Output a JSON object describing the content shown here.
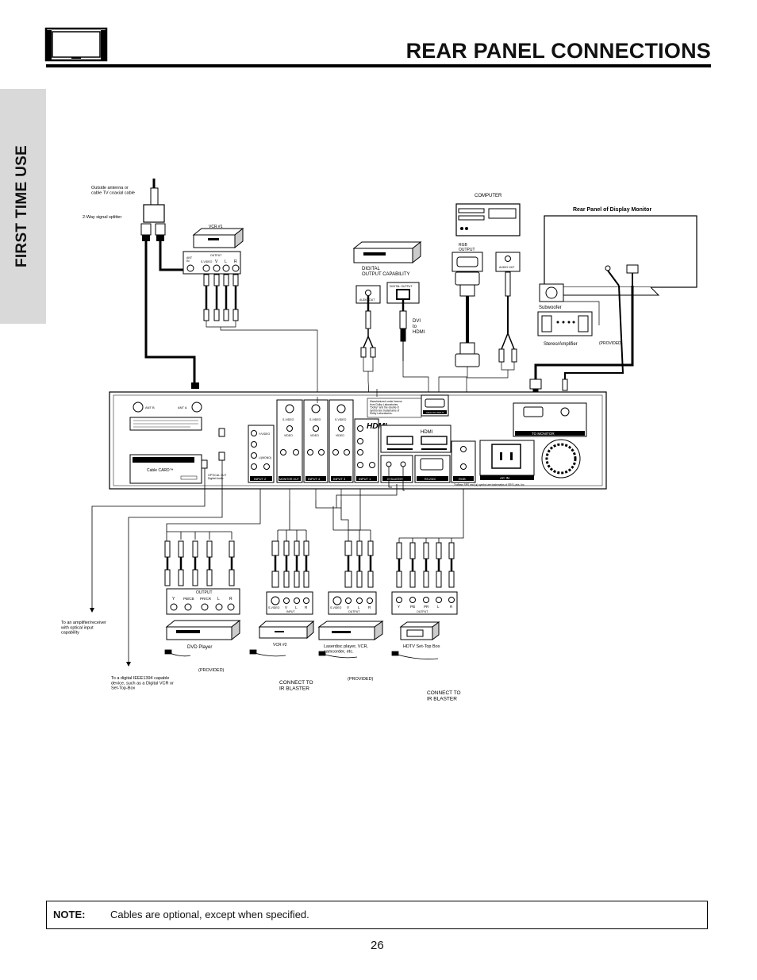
{
  "header": {
    "title": "REAR PANEL CONNECTIONS",
    "section_tab": "FIRST TIME USE",
    "tv_icon": "tv-icon"
  },
  "labels": {
    "antenna": "Outside antenna or\ncable TV coaxial cable",
    "splitter": "2-Way signal splitter",
    "vcr1": "VCR #1",
    "vcr1_output": "OUTPUT",
    "vcr1_ant_in": "ANT\nIN",
    "vcr1_svideo": "S-VIDEO",
    "vcr1_v": "V",
    "vcr1_l": "L",
    "vcr1_r": "R",
    "computer": "COMPUTER",
    "rgb_output": "RGB\nOUTPUT",
    "audio_out": "AUDIO OUT",
    "digital_capability": "DIGITAL\nOUTPUT CAPABILITY",
    "digital_output": "DIGITAL OUTPUT",
    "audio_out_small": "AUDIO OUT",
    "dvi_to_hdmi": "DVI\nto\nHDMI",
    "rear_panel_monitor": "Rear Panel of Display Monitor",
    "subwoofer": "Subwoofer",
    "stereo_amp": "Stereo/Amplifier",
    "provided_top": "(PROVIDED)",
    "ant_b": "ANT B",
    "ant_a": "ANT A",
    "svideo": "S-VIDEO",
    "video": "VIDEO",
    "y_video": "Y/VIDEO",
    "audio_l": "L/(MONO)",
    "monitor_out": "MONITOR OUT",
    "input1": "INPUT 1",
    "input2": "INPUT 2",
    "input3": "INPUT 3",
    "input4": "INPUT 4",
    "hdmi": "HDMI",
    "analog_input": "ANALOG INPUT",
    "ir_blaster": "IR BLASTER",
    "rs232c": "RS-232C",
    "rgb": "RGB",
    "to_monitor": "TO MONITOR",
    "ac_in": "AC IN",
    "cable_card": "Cable CARD™",
    "optical_out": "OPTICAL OUT\nDigital Audio",
    "dolby_note": "Manufactured under license\nfrom Dolby Laboratories.\n\"Dolby\" and the double-D\nsymbol are trademarks of\nDolby Laboratories.",
    "trademark": "TruBass SRS and (●) symbol are trademarks of SRS Labs, Inc.",
    "dvd_output": "OUTPUT",
    "dvd_cols": [
      "Y",
      "PB/CB",
      "PR/CR",
      "L",
      "R"
    ],
    "dvd_player": "DVD Player",
    "vcr2_input": "INPUT",
    "vcr2_cols": [
      "S-VIDEO",
      "V",
      "L",
      "R"
    ],
    "vcr2": "VCR #2",
    "laser_output": "OUTPUT",
    "laser_cols": [
      "S-VIDEO",
      "V",
      "L",
      "R"
    ],
    "laser": "Laserdisc player, VCR,\ncamcorder, etc.",
    "hdtv_output": "OUTPUT",
    "hdtv_cols": [
      "Y",
      "PB",
      "PR",
      "L",
      "R"
    ],
    "hdtv": "HDTV Set-Top Box",
    "provided_left": "(PROVIDED)",
    "provided_mid": "(PROVIDED)",
    "connect_ir_1": "CONNECT TO\nIR BLASTER",
    "connect_ir_2": "CONNECT TO\nIR BLASTER",
    "amp_note": "To an amplifier/receiver\nwith optical input\ncapability",
    "ieee_note": "To a digital IEEE1394 capable\ndevice, such as a Digital VCR or\nSet-Top-Box"
  },
  "note": {
    "label": "NOTE:",
    "text": "Cables are optional, except when specified."
  },
  "page_number": "26"
}
